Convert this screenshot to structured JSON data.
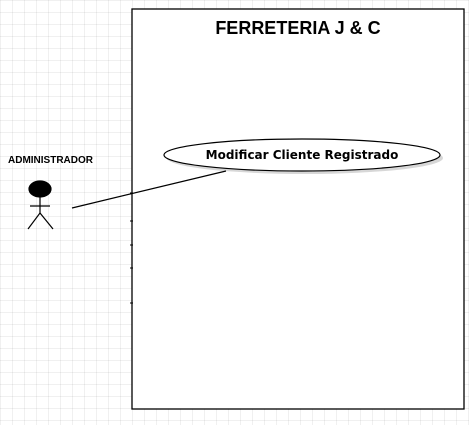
{
  "system": {
    "title": "FERRETERIA J & C"
  },
  "actor": {
    "label": "ADMINISTRADOR"
  },
  "use_case": {
    "label": "Modificar Cliente Registrado"
  }
}
